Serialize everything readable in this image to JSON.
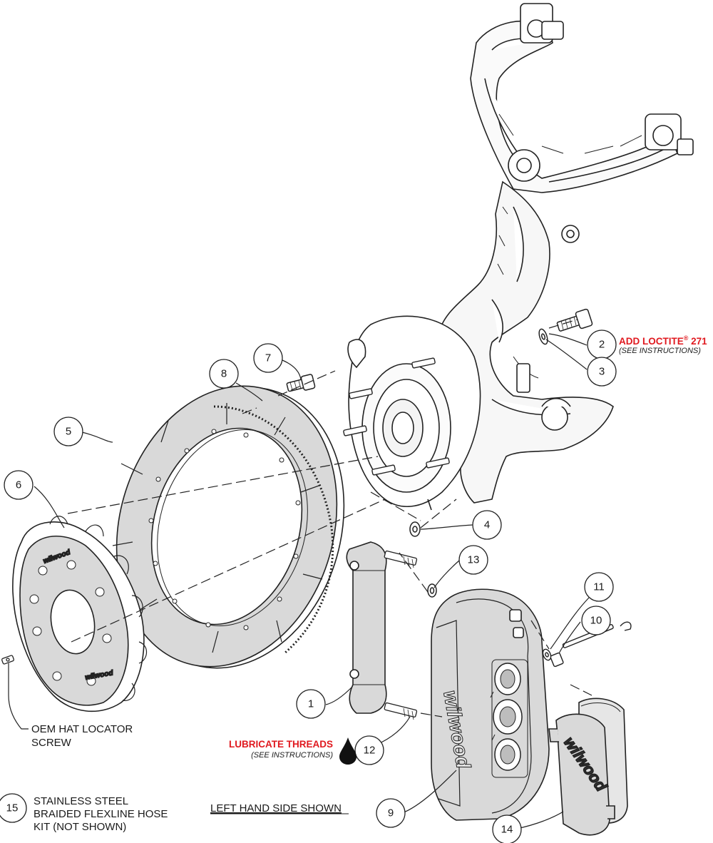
{
  "callouts": [
    {
      "n": "1"
    },
    {
      "n": "2"
    },
    {
      "n": "3"
    },
    {
      "n": "4"
    },
    {
      "n": "5"
    },
    {
      "n": "6"
    },
    {
      "n": "7"
    },
    {
      "n": "8"
    },
    {
      "n": "9"
    },
    {
      "n": "10"
    },
    {
      "n": "11"
    },
    {
      "n": "12"
    },
    {
      "n": "13"
    },
    {
      "n": "14"
    },
    {
      "n": "15"
    }
  ],
  "notes": {
    "loctite_main": "ADD LOCTITE",
    "loctite_reg": "®",
    "loctite_num": " 271",
    "loctite_sub": "(SEE INSTRUCTIONS)",
    "lube_main": "LUBRICATE THREADS",
    "lube_sub": "(SEE INSTRUCTIONS)",
    "oem_line1": "OEM HAT LOCATOR",
    "oem_line2": "SCREW",
    "hose_line1": "STAINLESS STEEL",
    "hose_line2": "BRAIDED FLEXLINE HOSE",
    "hose_line3": "KIT (NOT SHOWN)",
    "side_shown": "LEFT HAND SIDE SHOWN"
  },
  "brand": {
    "logo_text": "wilwood",
    "accent_color": "#e0191f",
    "part_fill": "#d9d9d9"
  }
}
